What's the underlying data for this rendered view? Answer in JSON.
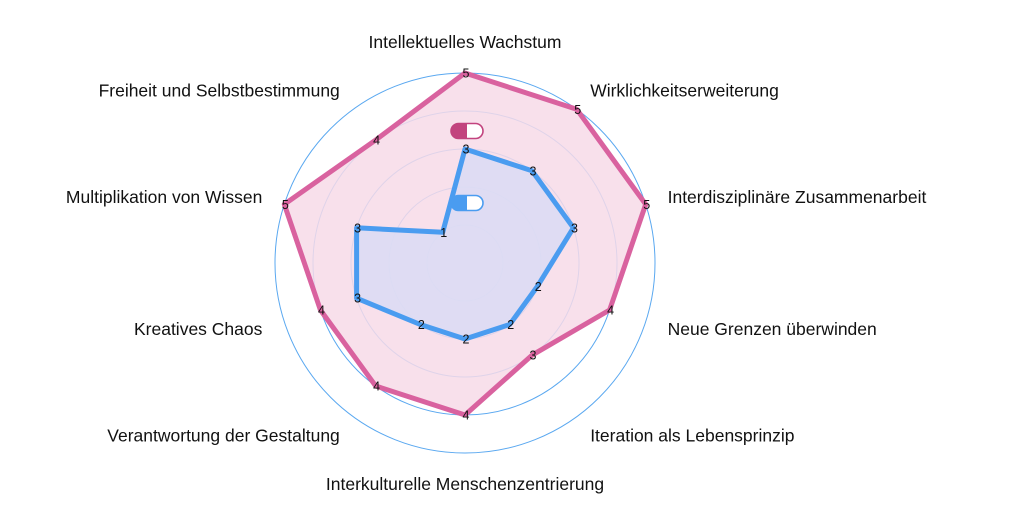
{
  "chart_data": {
    "type": "radar",
    "axes": [
      "Intellektuelles Wachstum",
      "Wirklichkeitserweiterung",
      "Interdisziplinäre Zusammenarbeit",
      "Neue Grenzen überwinden",
      "Iteration als Lebensprinzip",
      "Interkulturelle Menschenzentrierung",
      "Verantwortung der Gestaltung",
      "Kreatives Chaos",
      "Multiplikation von Wissen",
      "Freiheit und Selbstbestimmung"
    ],
    "rlim": [
      0,
      5
    ],
    "rings": [
      1,
      2,
      3,
      4,
      5
    ],
    "grid": true,
    "series": [
      {
        "values": [
          5,
          5,
          5,
          4,
          3,
          4,
          4,
          4,
          5,
          4
        ],
        "color": "#d9629f",
        "fill": "#f7dbe8",
        "toggle_color": "#c2437e"
      },
      {
        "values": [
          3,
          3,
          3,
          2,
          2,
          2,
          2,
          3,
          3,
          1
        ],
        "color": "#4a9cf0",
        "fill": "#dcdcf4",
        "toggle_color": "#4a9cf0"
      }
    ],
    "ring_color": "#5aa8f0"
  }
}
